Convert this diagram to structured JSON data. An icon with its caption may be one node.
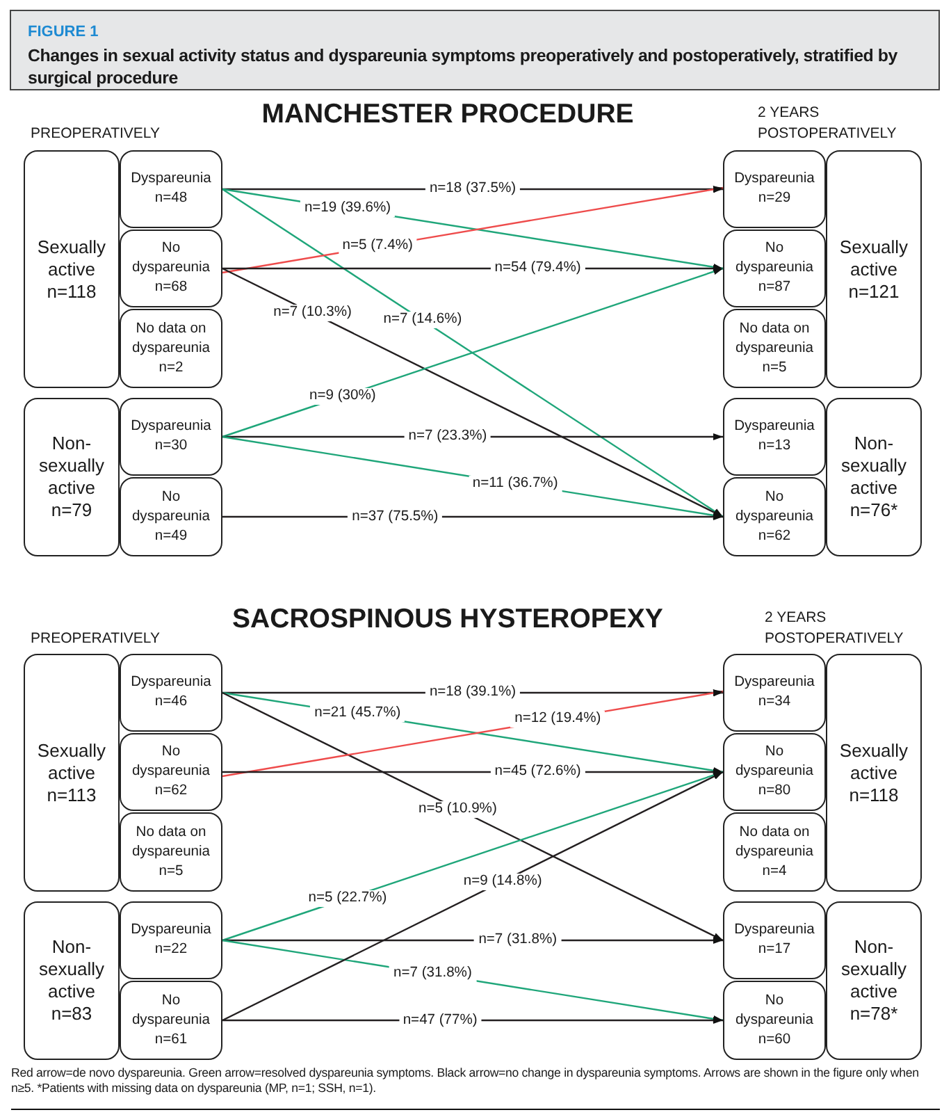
{
  "diagram": {
    "title": "Changes in sexual activity status and dyspareunia symptoms preoperatively and postoperatively, stratified by surgical procedure",
    "caption": "Red arrow=de novo dyspareunia. Green arrow=resolved dyspareunia symptoms. Black arrow=no change in dyspareunia symptoms. Arrows are shown in the figure only when n≥5. *Patients with missing data on dyspareunia (MP, n=1; SSH, n=1).",
    "nodes": [
      {
        "text": [
          "Sexually active",
          "n=118"
        ]
      },
      {
        "text": [
          "Dyspareunia",
          "n=48"
        ]
      },
      {
        "text": [
          "No dyspareunia",
          "n=68"
        ]
      },
      {
        "text": [
          "No data on dyspareunia",
          "n=2"
        ]
      },
      {
        "text": [
          "Non-sexually active",
          "n=79"
        ]
      },
      {
        "text": [
          "Dyspareunia",
          "n=30"
        ]
      },
      {
        "text": [
          "No dyspareunia",
          "n=49"
        ]
      },
      {
        "text": [
          "Dyspareunia",
          "n=29"
        ]
      },
      {
        "text": [
          "No dyspareunia",
          "n=87"
        ]
      },
      {
        "text": [
          "No data on dyspareunia",
          "n=5"
        ]
      },
      {
        "text": [
          "Sexually active",
          "n=121"
        ]
      },
      {
        "text": [
          "Dyspareunia",
          "n=13"
        ]
      },
      {
        "text": [
          "No dyspareunia",
          "n=62"
        ]
      },
      {
        "text": [
          "Non-sexually active",
          "n=76*"
        ]
      },
      {
        "text": [
          "Sexually active",
          "n=113"
        ]
      },
      {
        "text": [
          "Dyspareunia",
          "n=46"
        ]
      },
      {
        "text": [
          "No dyspareunia",
          "n=62"
        ]
      },
      {
        "text": [
          "No data on dyspareunia",
          "n=5"
        ]
      },
      {
        "text": [
          "Non-sexually active",
          "n=83"
        ]
      },
      {
        "text": [
          "Dyspareunia",
          "n=22"
        ]
      },
      {
        "text": [
          "No dyspareunia",
          "n=61"
        ]
      },
      {
        "text": [
          "Dyspareunia",
          "n=34"
        ]
      },
      {
        "text": [
          "No dyspareunia",
          "n=80"
        ]
      },
      {
        "text": [
          "No data on dyspareunia",
          "n=4"
        ]
      },
      {
        "text": [
          "Sexually active",
          "n=118"
        ]
      },
      {
        "text": [
          "Dyspareunia",
          "n=17"
        ]
      },
      {
        "text": [
          "No dyspareunia",
          "n=60"
        ]
      },
      {
        "text": [
          "Non-sexually active",
          "n=78*"
        ]
      }
    ],
    "edges": [
      {
        "from": 1,
        "to": 7,
        "arrow": "to",
        "label": "n=18 (37.5%)"
      },
      {
        "from": 1,
        "to": 8,
        "arrow": "to",
        "label": "n=19 (39.6%)",
        "color": "#1fa67a"
      },
      {
        "from": 1,
        "to": 12,
        "arrow": "to",
        "label": "n=7 (14.6%)",
        "color": "#1fa67a"
      },
      {
        "from": 2,
        "to": 7,
        "arrow": "to",
        "label": "n=5 (7.4%)",
        "color": "#ee4b4b"
      },
      {
        "from": 2,
        "to": 8,
        "arrow": "to",
        "label": "n=54 (79.4%)"
      },
      {
        "from": 2,
        "to": 12,
        "arrow": "to",
        "label": "n=7 (10.3%)"
      },
      {
        "from": 5,
        "to": 8,
        "arrow": "to",
        "label": "n=9 (30%)",
        "color": "#1fa67a"
      },
      {
        "from": 5,
        "to": 11,
        "arrow": "to",
        "label": "n=7 (23.3%)"
      },
      {
        "from": 5,
        "to": 12,
        "arrow": "to",
        "label": "n=11 (36.7%)",
        "color": "#1fa67a"
      },
      {
        "from": 6,
        "to": 12,
        "arrow": "to",
        "label": "n=37 (75.5%)"
      },
      {
        "from": 15,
        "to": 21,
        "arrow": "to",
        "label": "n=18 (39.1%)"
      },
      {
        "from": 15,
        "to": 22,
        "arrow": "to",
        "label": "n=21 (45.7%)",
        "color": "#1fa67a"
      },
      {
        "from": 15,
        "to": 25,
        "arrow": "to",
        "label": "n=5 (10.9%)"
      },
      {
        "from": 16,
        "to": 21,
        "arrow": "to",
        "label": "n=12 (19.4%)",
        "color": "#ee4b4b"
      },
      {
        "from": 16,
        "to": 22,
        "arrow": "to",
        "label": "n=45 (72.6%)"
      },
      {
        "from": 19,
        "to": 22,
        "arrow": "to",
        "label": "n=5 (22.7%)",
        "color": "#1fa67a"
      },
      {
        "from": 19,
        "to": 25,
        "arrow": "to",
        "label": "n=7 (31.8%)"
      },
      {
        "from": 19,
        "to": 26,
        "arrow": "to",
        "label": "n=7 (31.8%)",
        "color": "#1fa67a"
      },
      {
        "from": 20,
        "to": 22,
        "arrow": "to",
        "label": "n=9 (14.8%)"
      },
      {
        "from": 20,
        "to": 26,
        "arrow": "to",
        "label": "n=47 (77%)"
      }
    ],
    "labels": [
      "FIGURE 1",
      "MANCHESTER PROCEDURE",
      "PREOPERATIVELY",
      "2 YEARS POSTOPERATIVELY",
      "SACROSPINOUS HYSTEROPEXY",
      "PREOPERATIVELY",
      "2 YEARS POSTOPERATIVELY"
    ]
  }
}
